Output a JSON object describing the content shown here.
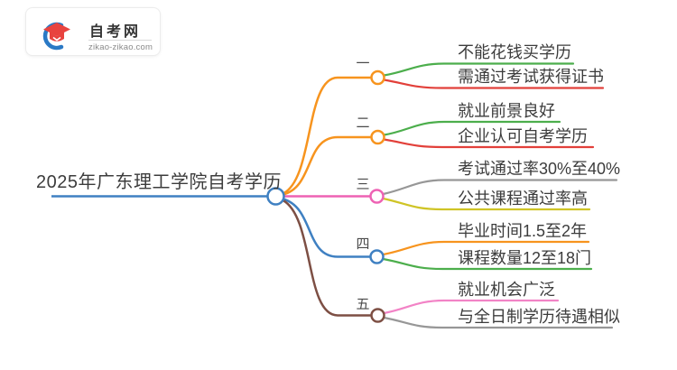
{
  "logo": {
    "site_name": "自考网",
    "site_url": "zikao-zikao.com"
  },
  "mindmap": {
    "root": "2025年广东理工学院自考学历",
    "branches": [
      {
        "label": "一",
        "leaves": [
          {
            "text": "不能花钱买学历"
          },
          {
            "text": "需通过考试获得证书"
          }
        ]
      },
      {
        "label": "二",
        "leaves": [
          {
            "text": "就业前景良好"
          },
          {
            "text": "企业认可自考学历"
          }
        ]
      },
      {
        "label": "三",
        "leaves": [
          {
            "text": "考试通过率30%至40%"
          },
          {
            "text": "公共课程通过率高"
          }
        ]
      },
      {
        "label": "四",
        "leaves": [
          {
            "text": "毕业时间1.5至2年"
          },
          {
            "text": "课程数量12至18门"
          }
        ]
      },
      {
        "label": "五",
        "leaves": [
          {
            "text": "就业机会广泛"
          },
          {
            "text": "与全日制学历待遇相似"
          }
        ]
      }
    ]
  },
  "colors": {
    "blue": "#3f80c2",
    "orange": "#f7941e",
    "green": "#4cae4c",
    "red": "#e2403a",
    "pink": "#ee62b4",
    "pink_light": "#f283c6",
    "brown": "#7d4f44",
    "gray": "#979797",
    "yellow": "#cfc426",
    "logo_red": "#e8433f",
    "logo_blue": "#2a79c5"
  }
}
